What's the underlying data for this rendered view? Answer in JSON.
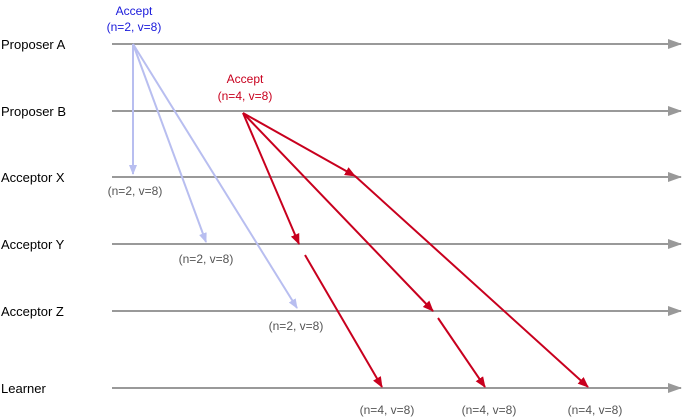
{
  "colors": {
    "lane": "#999999",
    "proposer_a_message": "#b8bef0",
    "proposer_a_label": "#1a1adb",
    "proposer_b_message": "#c8001e",
    "proposer_b_label": "#c8001e",
    "value_label": "#555555"
  },
  "lanes": [
    {
      "id": "proposer-a",
      "label": "Proposer A"
    },
    {
      "id": "proposer-b",
      "label": "Proposer B"
    },
    {
      "id": "acceptor-x",
      "label": "Acceptor X"
    },
    {
      "id": "acceptor-y",
      "label": "Acceptor Y"
    },
    {
      "id": "acceptor-z",
      "label": "Acceptor Z"
    },
    {
      "id": "learner",
      "label": "Learner"
    }
  ],
  "messages": {
    "proposer_a": {
      "line1": "Accept",
      "line2": "(n=2, v=8)"
    },
    "proposer_b": {
      "line1": "Accept",
      "line2": "(n=4, v=8)"
    }
  },
  "receipts": {
    "acceptor_x": "(n=2, v=8)",
    "acceptor_y": "(n=2, v=8)",
    "acceptor_z": "(n=2, v=8)",
    "learner_1": "(n=4, v=8)",
    "learner_2": "(n=4, v=8)",
    "learner_3": "(n=4, v=8)"
  }
}
